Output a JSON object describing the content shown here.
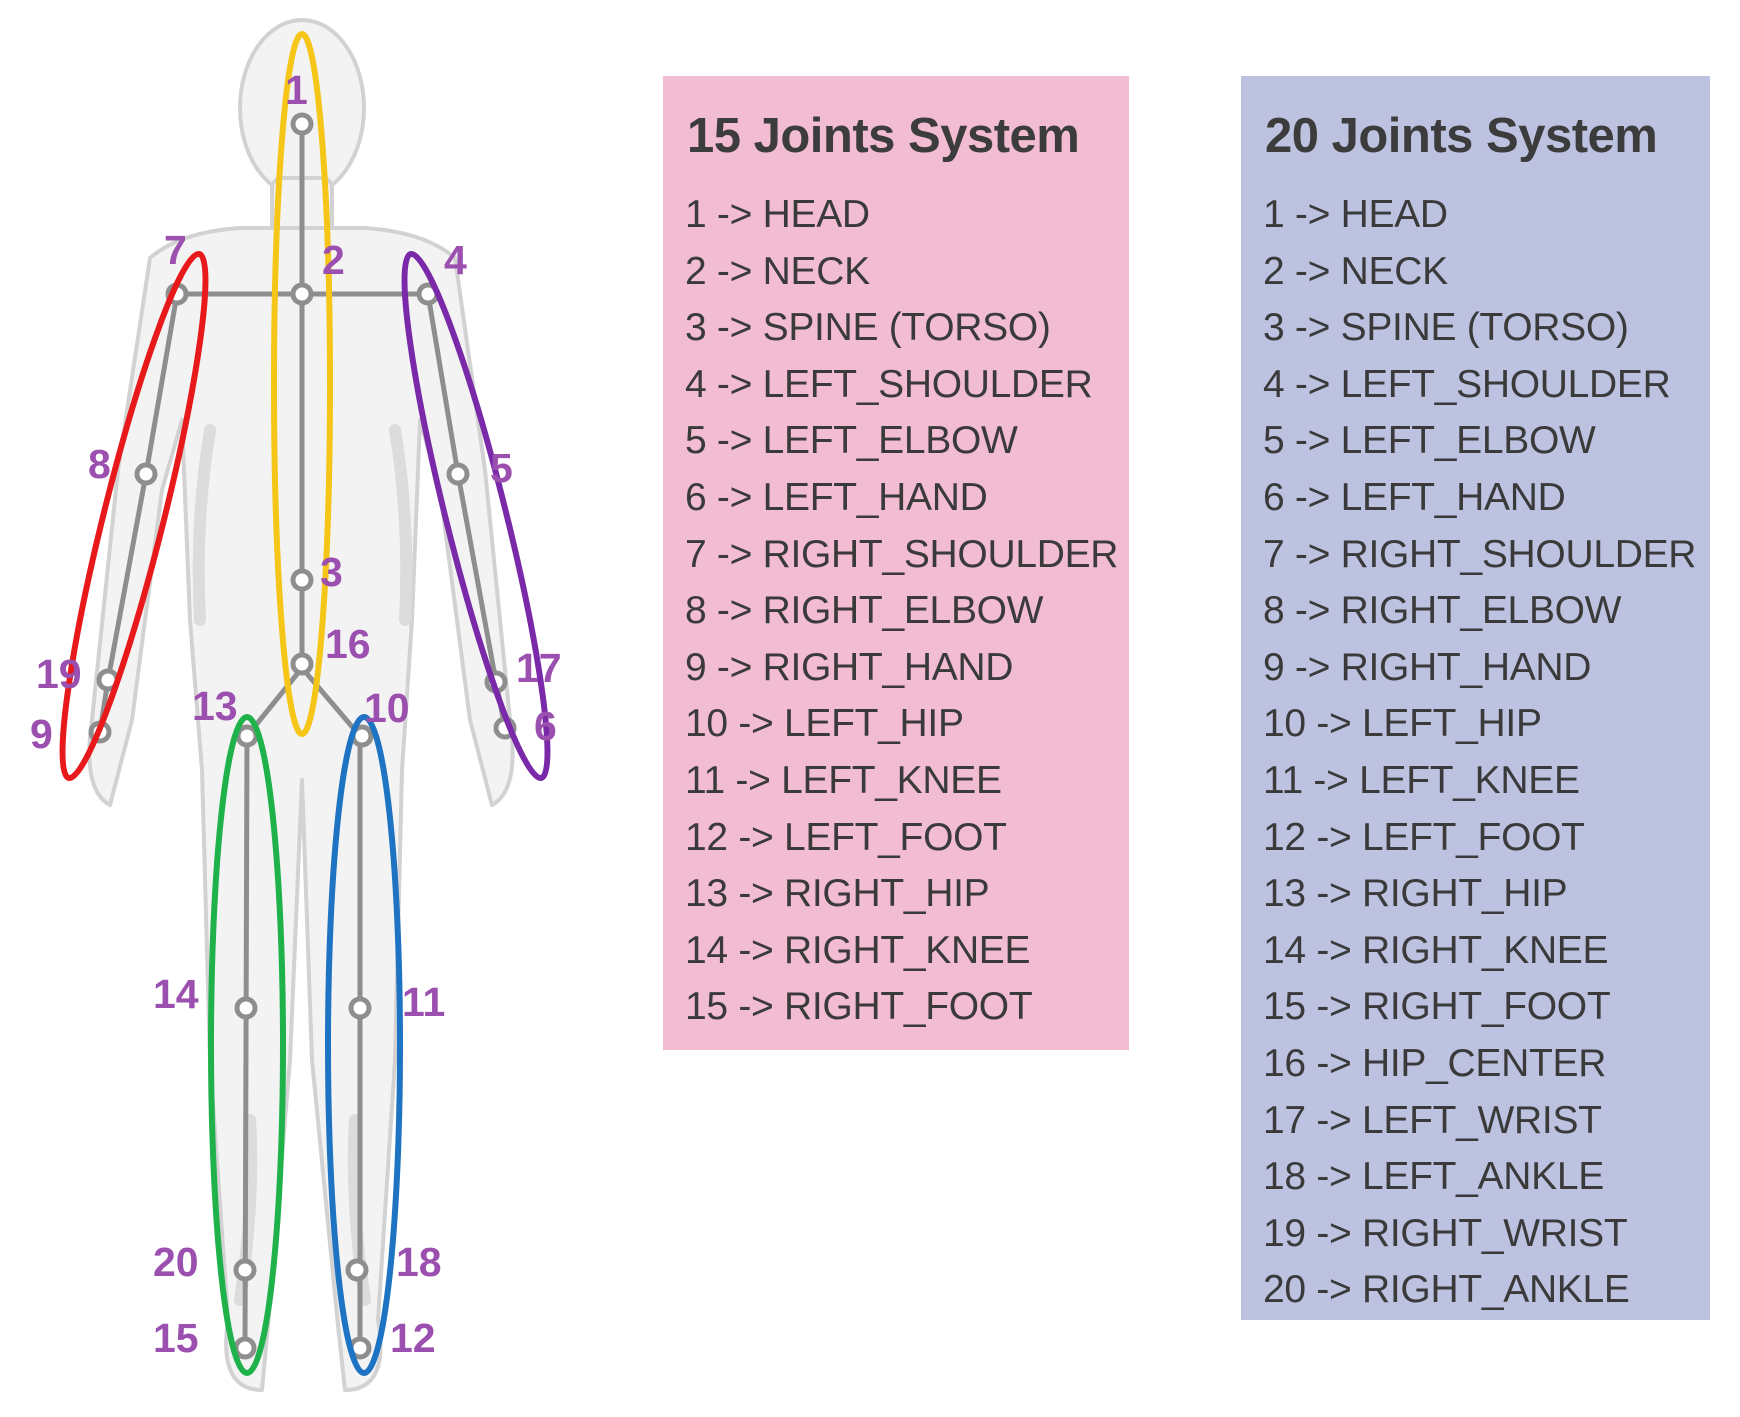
{
  "diagram": {
    "joint_labels": [
      "1",
      "2",
      "3",
      "4",
      "5",
      "6",
      "7",
      "8",
      "9",
      "10",
      "11",
      "12",
      "13",
      "14",
      "15",
      "16",
      "17",
      "18",
      "19",
      "20"
    ],
    "group_colors": {
      "spine": "#f5c518",
      "right_arm": "#e8191b",
      "left_arm": "#7a2aa8",
      "right_leg": "#1fb24a",
      "left_leg": "#1e73c2"
    },
    "label_color": "#9b4fae",
    "skeleton_color": "#8e8e8e"
  },
  "panel15": {
    "title": "15 Joints System",
    "background": "#f2bcd2",
    "items": [
      "1 -> HEAD",
      "2 -> NECK",
      "3 -> SPINE (TORSO)",
      "4 -> LEFT_SHOULDER",
      "5 -> LEFT_ELBOW",
      "6 -> LEFT_HAND",
      "7 -> RIGHT_SHOULDER",
      "8 -> RIGHT_ELBOW",
      "9 -> RIGHT_HAND",
      "10 -> LEFT_HIP",
      "11 -> LEFT_KNEE",
      "12 -> LEFT_FOOT",
      "13 -> RIGHT_HIP",
      "14 -> RIGHT_KNEE",
      "15 -> RIGHT_FOOT"
    ]
  },
  "panel20": {
    "title": "20 Joints System",
    "background": "#bcc2e0",
    "items": [
      "1 -> HEAD",
      "2 -> NECK",
      "3 -> SPINE (TORSO)",
      "4 -> LEFT_SHOULDER",
      "5 -> LEFT_ELBOW",
      "6 -> LEFT_HAND",
      "7 -> RIGHT_SHOULDER",
      "8 -> RIGHT_ELBOW",
      "9 -> RIGHT_HAND",
      "10 -> LEFT_HIP",
      "11 -> LEFT_KNEE",
      "12 -> LEFT_FOOT",
      "13 -> RIGHT_HIP",
      "14 -> RIGHT_KNEE",
      "15 -> RIGHT_FOOT",
      "16 -> HIP_CENTER",
      "17 -> LEFT_WRIST",
      "18 -> LEFT_ANKLE",
      "19 -> RIGHT_WRIST",
      "20 -> RIGHT_ANKLE"
    ]
  }
}
